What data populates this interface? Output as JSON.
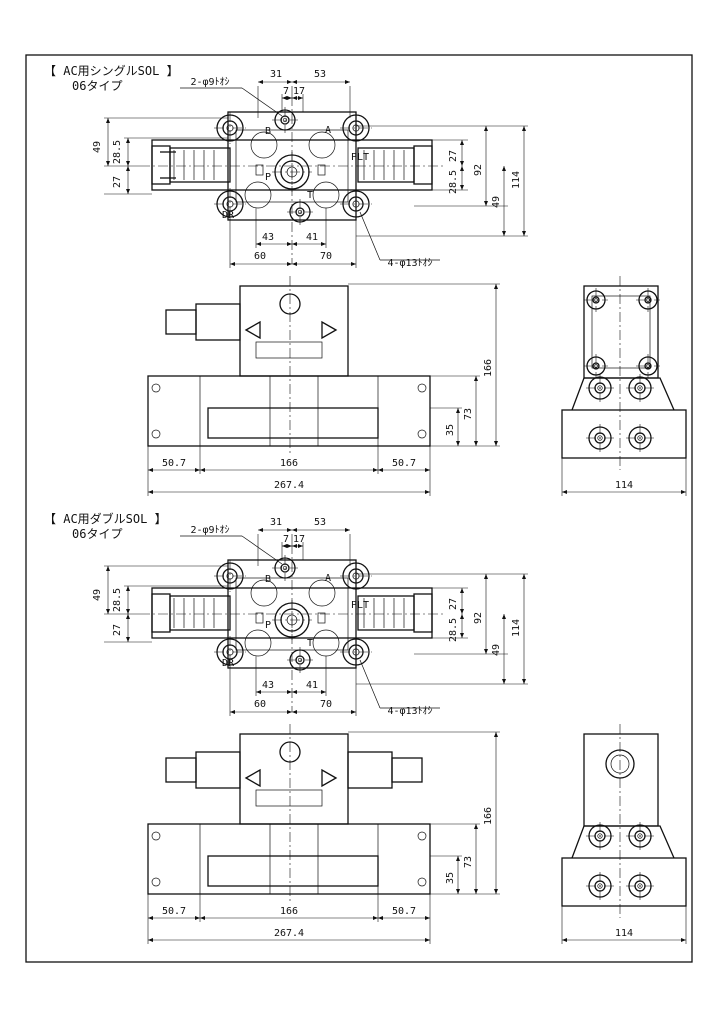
{
  "sections": [
    {
      "title_line1": "【 AC用シングルSOL 】",
      "title_line2": "06タイプ",
      "top_view": {
        "dims_top": [
          "31",
          "53",
          "7",
          "17"
        ],
        "dims_left": [
          "49",
          "28.5",
          "27"
        ],
        "dims_right": [
          "27",
          "28.5",
          "92",
          "49",
          "114"
        ],
        "dims_bottom": [
          "43",
          "41",
          "60",
          "70"
        ],
        "callout_holes_small": "2-φ9ﾄｵｼ",
        "callout_holes_large": "4-φ13ﾄｵｼ",
        "port_labels": [
          "B",
          "A",
          "P",
          "T",
          "DR",
          "PLT"
        ]
      },
      "front_view": {
        "dims_bottom": [
          "50.7",
          "166",
          "50.7"
        ],
        "dim_overall": "267.4",
        "dims_right": [
          "166",
          "73",
          "35"
        ]
      },
      "side_view": {
        "dim_bottom": "114"
      }
    },
    {
      "title_line1": "【 AC用ダブルSOL 】",
      "title_line2": "06タイプ",
      "top_view": {
        "dims_top": [
          "31",
          "53",
          "7",
          "17"
        ],
        "dims_left": [
          "49",
          "28.5",
          "27"
        ],
        "dims_right": [
          "27",
          "28.5",
          "92",
          "49",
          "114"
        ],
        "dims_bottom": [
          "43",
          "41",
          "60",
          "70"
        ],
        "callout_holes_small": "2-φ9ﾄｵｼ",
        "callout_holes_large": "4-φ13ﾄｵｼ",
        "port_labels": [
          "B",
          "A",
          "P",
          "T",
          "DR",
          "PLT"
        ]
      },
      "front_view": {
        "dims_bottom": [
          "50.7",
          "166",
          "50.7"
        ],
        "dim_overall": "267.4",
        "dims_right": [
          "166",
          "73",
          "35"
        ]
      },
      "side_view": {
        "dim_bottom": "114"
      }
    }
  ]
}
